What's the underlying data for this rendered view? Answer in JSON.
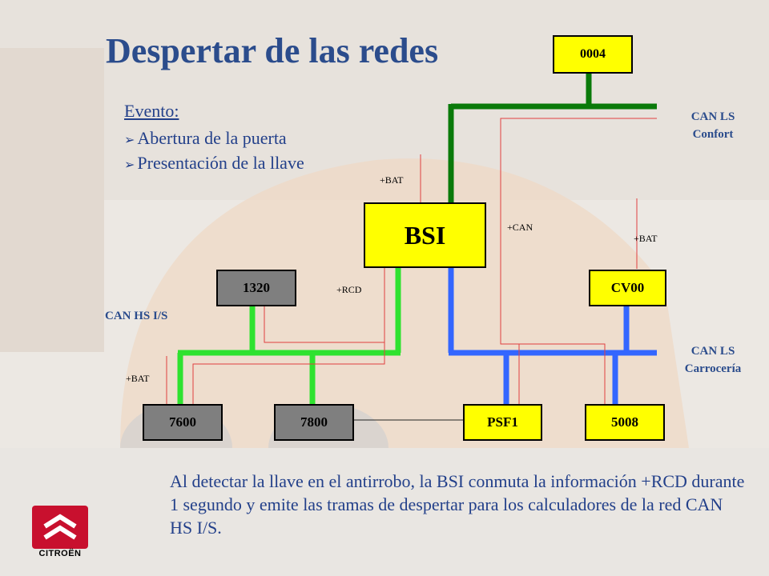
{
  "title": "Despertar de las redes",
  "event": {
    "heading": "Evento:",
    "items": [
      "Abertura de la puerta",
      "Presentación de la llave"
    ]
  },
  "nodes": {
    "n0004": "0004",
    "bsi": "BSI",
    "n1320": "1320",
    "cv00": "CV00",
    "n7600": "7600",
    "n7800": "7800",
    "psf1": "PSF1",
    "n5008": "5008"
  },
  "signals": {
    "bat_bsi": "+BAT",
    "can": "+CAN",
    "bat_cv00": "+BAT",
    "rcd": "+RCD",
    "bat_7600": "+BAT"
  },
  "networks": {
    "confort_line1": "CAN LS",
    "confort_line2": "Confort",
    "hs": "CAN HS I/S",
    "carroceria_line1": "CAN LS",
    "carroceria_line2": "Carrocería"
  },
  "description": "Al detectar la llave en el antirrobo, la BSI conmuta la información +RCD durante 1 segundo y emite las tramas de despertar para los calculadores de la red CAN HS I/S.",
  "logo": {
    "text": "CITROËN"
  },
  "colors": {
    "can_confort": "#0a7a0a",
    "can_hs": "#2fe22f",
    "can_carroceria": "#3366ff",
    "wire_red": "#e04040",
    "box_yellow": "#ffff00",
    "box_gray": "#7f7f7f",
    "text_blue": "#2b4c8c"
  }
}
